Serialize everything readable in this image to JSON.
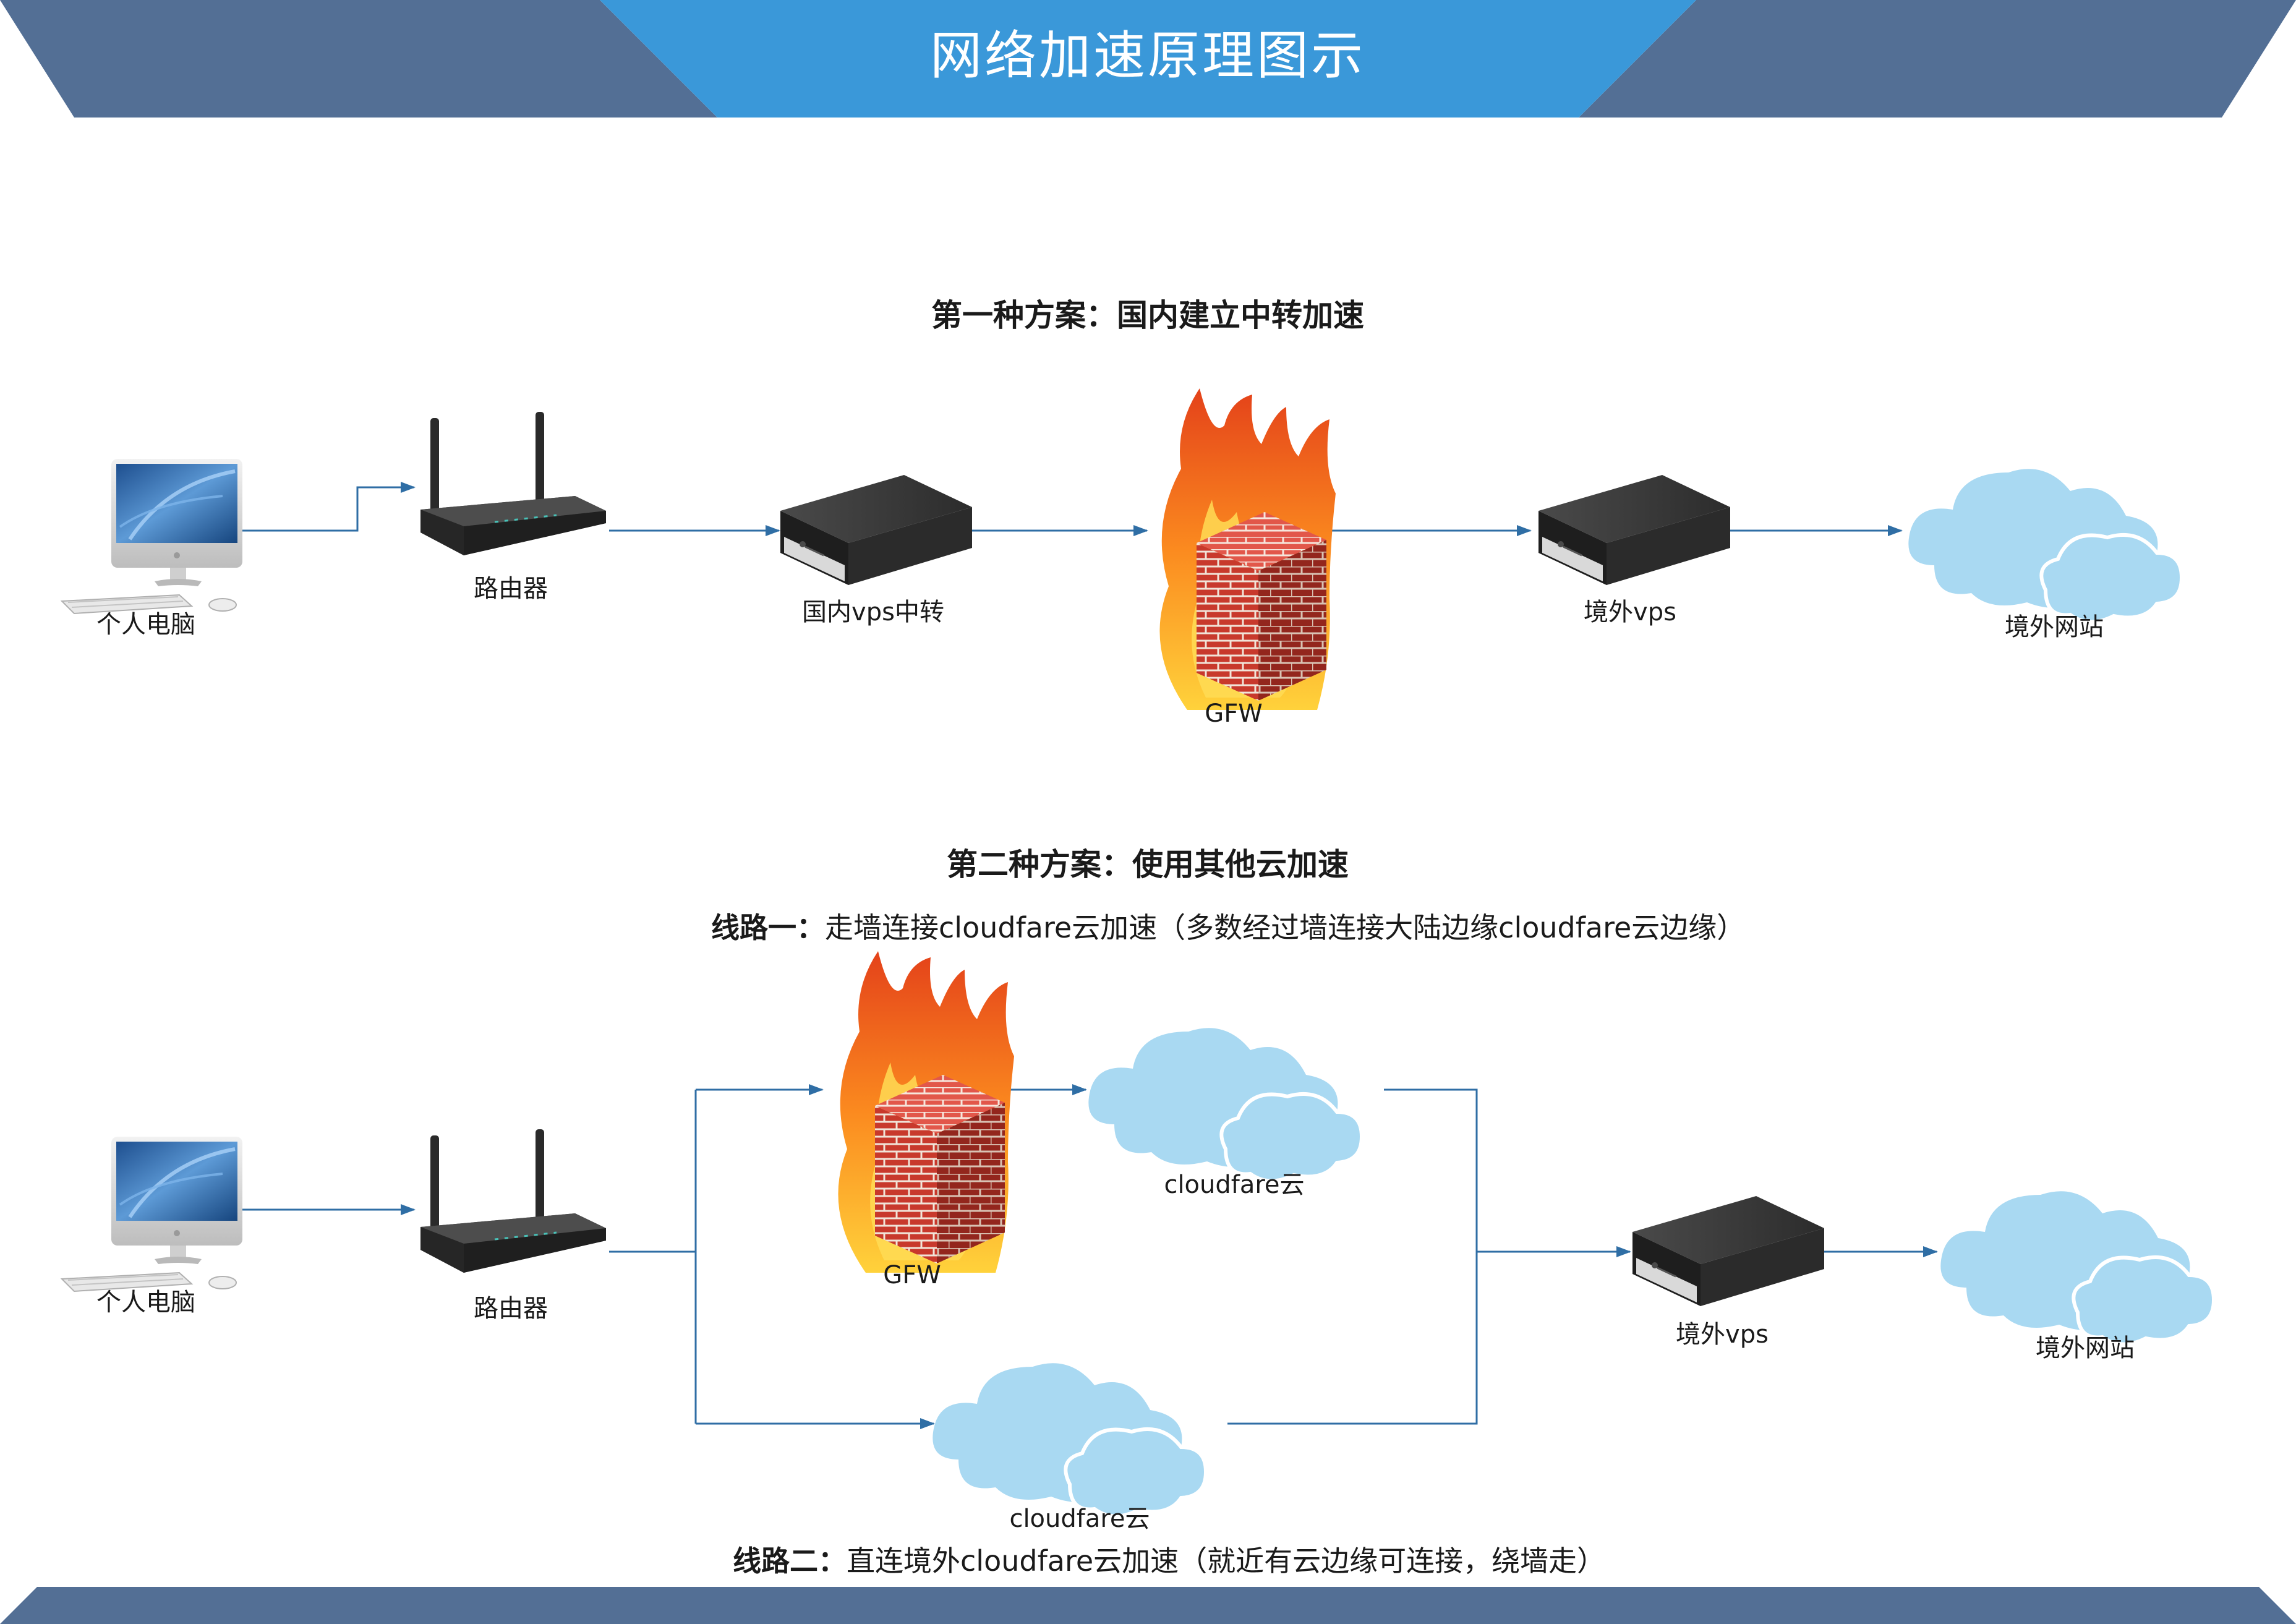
{
  "banner": {
    "title": "网络加速原理图示",
    "color": "#3a98d9",
    "side_color": "#536f95"
  },
  "scheme1": {
    "heading": "第一种方案：国内建立中转加速",
    "pc_label": "个人电脑",
    "router_label": "路由器",
    "domestic_vps_label": "国内vps中转",
    "gfw_label": "GFW",
    "overseas_vps_label": "境外vps",
    "website_label": "境外网站"
  },
  "scheme2": {
    "heading": "第二种方案：使用其他云加速",
    "route1_prefix": "线路一：",
    "route1_text": "走墙连接cloudfare云加速（多数经过墙连接大陆边缘cloudfare云边缘）",
    "pc_label": "个人电脑",
    "router_label": "路由器",
    "gfw_label": "GFW",
    "cloud_top_label": "cloudfare云",
    "cloud_bottom_label": "cloudfare云",
    "overseas_vps_label": "境外vps",
    "website_label": "境外网站",
    "route2_prefix": "线路二：",
    "route2_text": "直连境外cloudfare云加速（就近有云边缘可连接，绕墙走）"
  },
  "icons": [
    "computer-icon",
    "router-icon",
    "server-icon",
    "firewall-icon",
    "cloud-icon"
  ],
  "colors": {
    "connector": "#2f6ea5",
    "cloud": "#a9d9f2",
    "brick": "#c8392c",
    "flame": "#f26a1b",
    "server": "#333333"
  }
}
